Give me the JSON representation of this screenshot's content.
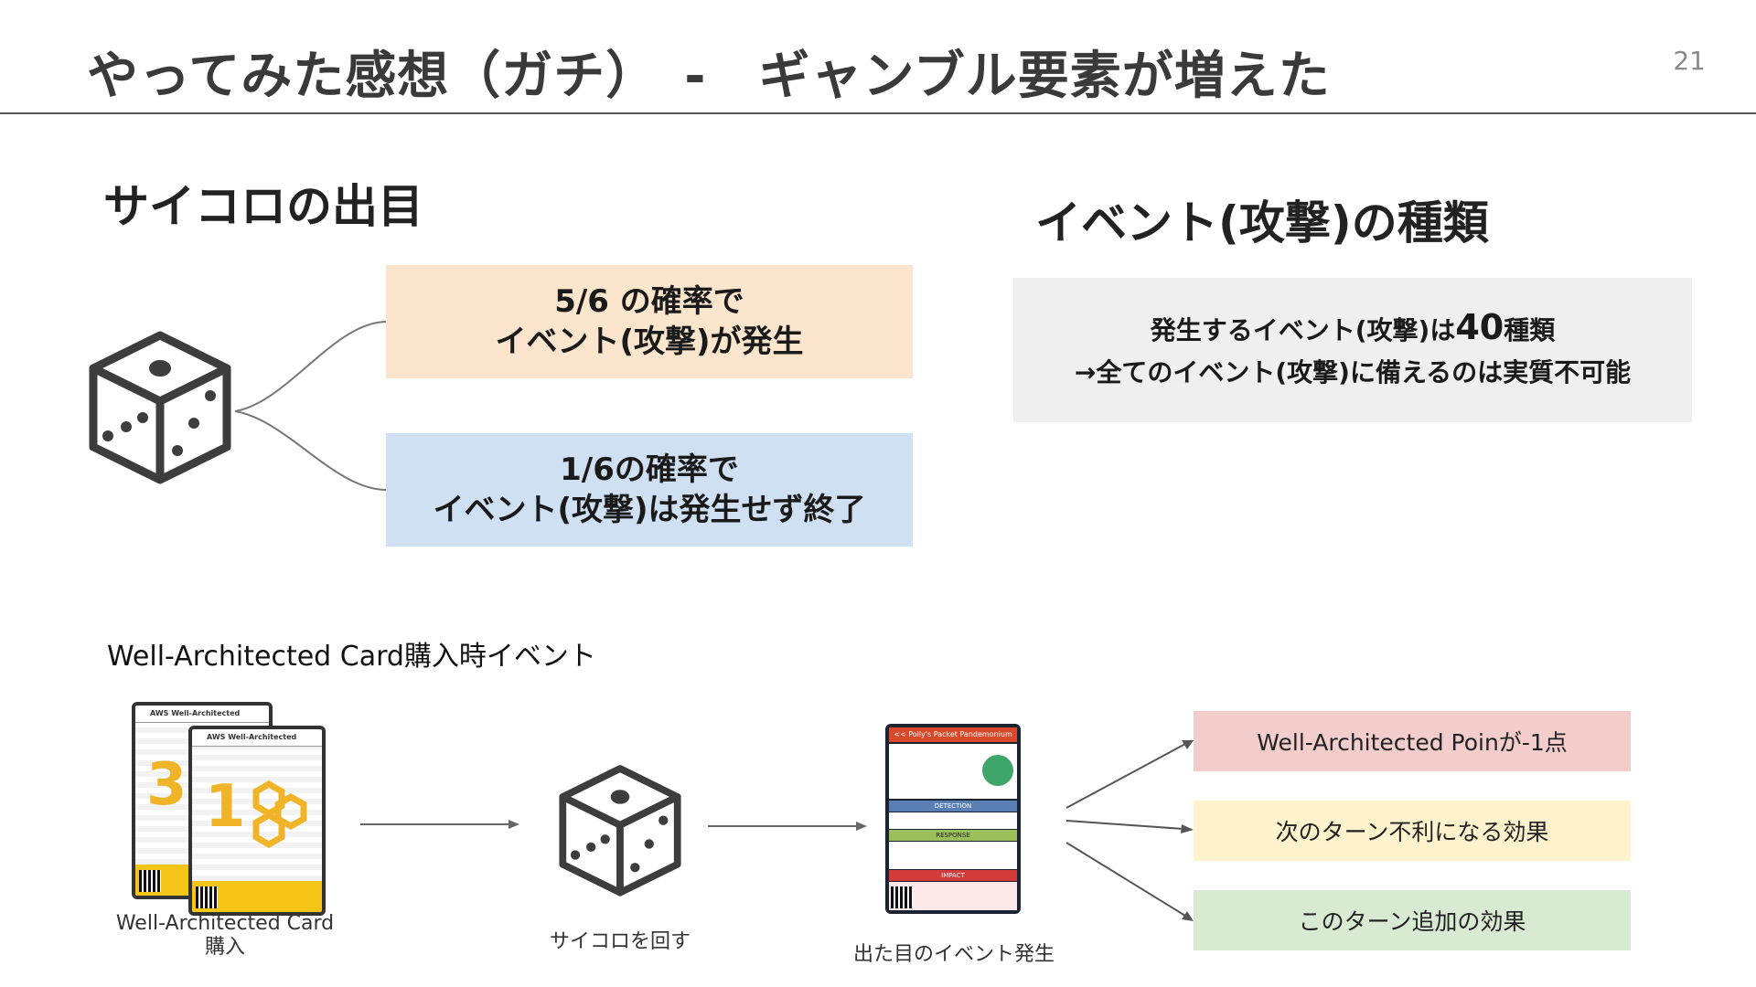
{
  "slide": {
    "title": "やってみた感想（ガチ）　-　ギャンブル要素が増えた",
    "page_number": "21"
  },
  "dice_section": {
    "heading": "サイコロの出目",
    "outcome_1": {
      "line1": "5/6 の確率で",
      "line2": "イベント(攻撃)が発生"
    },
    "outcome_2": {
      "line1": "1/6の確率で",
      "line2": "イベント(攻撃)は発生せず終了"
    }
  },
  "events_section": {
    "heading": "イベント(攻撃)の種類",
    "line1_prefix": "発生するイベント(攻撃)は",
    "line1_number": "40",
    "line1_suffix": "種類",
    "line2": "→全てのイベント(攻撃)に備えるのは実質不可能"
  },
  "flow": {
    "label": "Well-Architected Card購入時イベント",
    "step1_line1": "Well-Architected Card",
    "step1_line2": "購入",
    "step2": "サイコロを回す",
    "step3": "出た目のイベント発生",
    "card_back": {
      "header": "AWS Well-Architected",
      "number": "3"
    },
    "card_front": {
      "header": "AWS Well-Architected",
      "number": "1"
    },
    "event_card": {
      "title": "<< Polly's Packet Pandemonium >>",
      "detection": "DETECTION",
      "response": "RESPONSE",
      "impact": "IMPACT"
    },
    "results": [
      "Well-Architected Poinが-1点",
      "次のターン不利になる効果",
      "このターン追加の効果"
    ]
  },
  "colors": {
    "orange_box": "#fbe5cd",
    "blue_box": "#d0e0f3",
    "gray_box": "#efefef",
    "red_box": "#f3cccc",
    "yellow_box": "#fff2cc",
    "green_box": "#d9ead3"
  }
}
